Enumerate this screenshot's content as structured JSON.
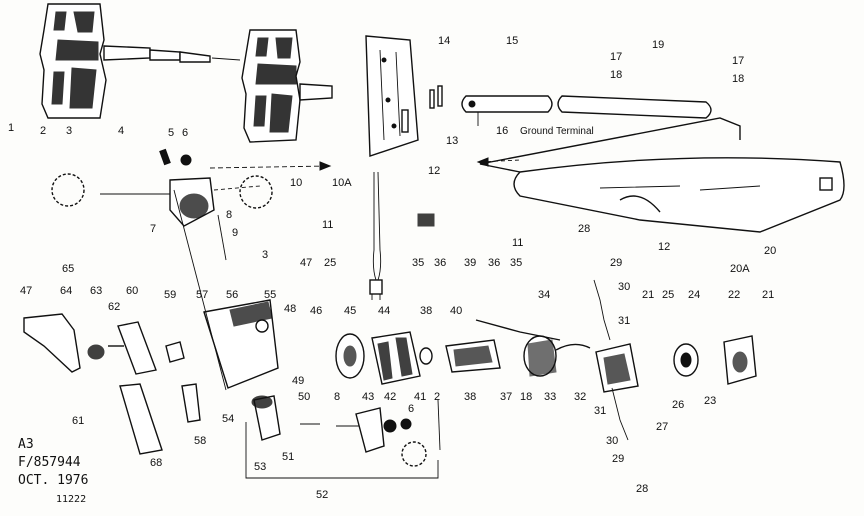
{
  "document": {
    "code": "A3",
    "part_ref": "F/857944",
    "date": "OCT. 1976",
    "footer": "11222"
  },
  "annotations": {
    "ground_terminal": "Ground Terminal"
  },
  "callouts": [
    "1",
    "2",
    "3",
    "4",
    "5",
    "6",
    "10",
    "10A",
    "14",
    "15",
    "17",
    "18",
    "19",
    "17",
    "18",
    "16",
    "13",
    "12",
    "11",
    "12",
    "20A",
    "20",
    "11",
    "7",
    "8",
    "9",
    "3",
    "65",
    "47",
    "64",
    "63",
    "62",
    "60",
    "59",
    "57",
    "56",
    "55",
    "48",
    "46",
    "47",
    "25",
    "45",
    "44",
    "35",
    "36",
    "39",
    "36",
    "35",
    "38",
    "40",
    "34",
    "28",
    "29",
    "30",
    "31",
    "21",
    "25",
    "24",
    "22",
    "21",
    "38",
    "37",
    "18",
    "33",
    "32",
    "31",
    "27",
    "26",
    "23",
    "30",
    "29",
    "28",
    "49",
    "50",
    "8",
    "43",
    "42",
    "41",
    "6",
    "2",
    "54",
    "53",
    "51",
    "52",
    "61",
    "58",
    "68"
  ]
}
